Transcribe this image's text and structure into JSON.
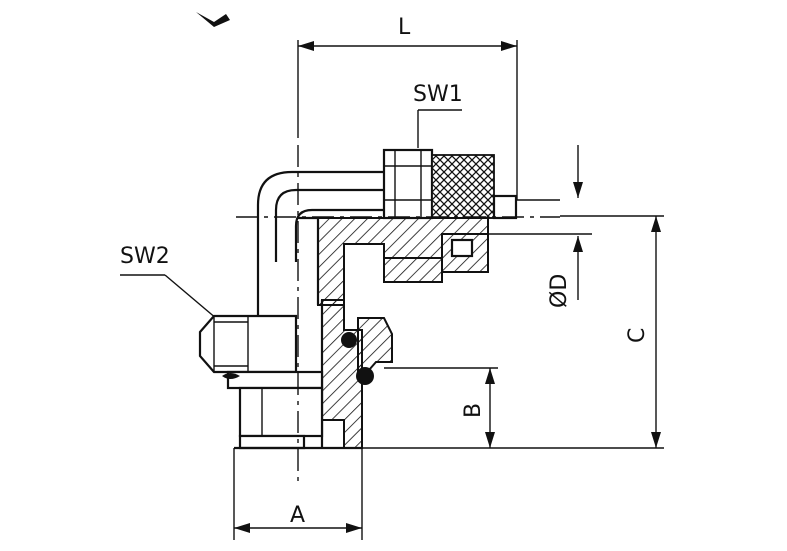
{
  "diagram": {
    "labels": {
      "L": "L",
      "SW1": "SW1",
      "SW2": "SW2",
      "OD": "ØD",
      "C": "C",
      "B": "B",
      "A": "A"
    }
  }
}
